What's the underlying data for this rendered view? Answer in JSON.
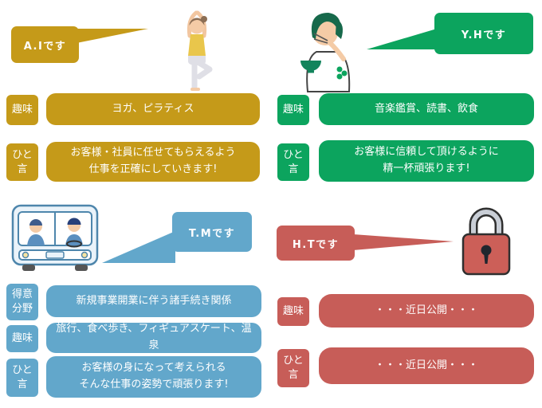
{
  "colors": {
    "gold": "#C59A19",
    "green": "#0CA45E",
    "blue": "#62A7CB",
    "red": "#C75D58"
  },
  "profiles": {
    "top_left": {
      "bubble_label": "A.Iです",
      "illustration": "yoga-pose-person-illustration",
      "rows": [
        {
          "label": "趣味",
          "lines": [
            "ヨガ、ピラティス"
          ]
        },
        {
          "label": "ひと言",
          "lines": [
            "お客様・社員に任せてもらえるよう",
            "仕事を正確にしていきます!"
          ]
        }
      ]
    },
    "top_right": {
      "bubble_label": "Y.Hです",
      "illustration": "eating-person-illustration",
      "rows": [
        {
          "label": "趣味",
          "lines": [
            "音楽鑑賞、読書、飲食"
          ]
        },
        {
          "label": "ひと言",
          "lines": [
            "お客様に信頼して頂けるように",
            "精一杯頑張ります!"
          ]
        }
      ]
    },
    "bottom_left": {
      "bubble_label": "T.Mです",
      "illustration": "bus-with-driver-illustration",
      "rows": [
        {
          "label": "得意分野",
          "lines": [
            "新規事業開業に伴う諸手続き関係"
          ]
        },
        {
          "label": "趣味",
          "lines": [
            "旅行、食べ歩き、フィギュアスケート、温泉"
          ]
        },
        {
          "label": "ひと言",
          "lines": [
            "お客様の身になって考えられる",
            "そんな仕事の姿勢で頑張ります!"
          ]
        }
      ]
    },
    "bottom_right": {
      "bubble_label": "H.Tです",
      "illustration": "padlock-illustration",
      "rows": [
        {
          "label": "趣味",
          "lines": [
            "・・・近日公開・・・"
          ]
        },
        {
          "label": "ひと言",
          "lines": [
            "・・・近日公開・・・"
          ]
        }
      ]
    }
  }
}
